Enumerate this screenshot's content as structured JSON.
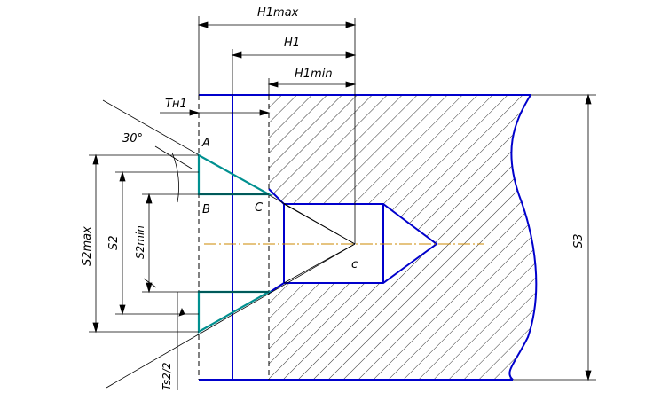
{
  "diagram": {
    "labels": {
      "h1max": "H1max",
      "h1": "H1",
      "h1min": "H1min",
      "th1": "Tн1",
      "angle": "30°",
      "point_a": "A",
      "point_b": "B",
      "point_c_upper": "C",
      "point_c_center": "c",
      "s2max": "S2max",
      "s2": "S2",
      "s2min": "S2min",
      "s3": "S3",
      "ts2": "Ts2/2"
    },
    "colors": {
      "outline": "#0000cc",
      "triangle": "#009090",
      "axis": "#cc8800",
      "dims": "#000000",
      "hatch": "#000000"
    }
  }
}
